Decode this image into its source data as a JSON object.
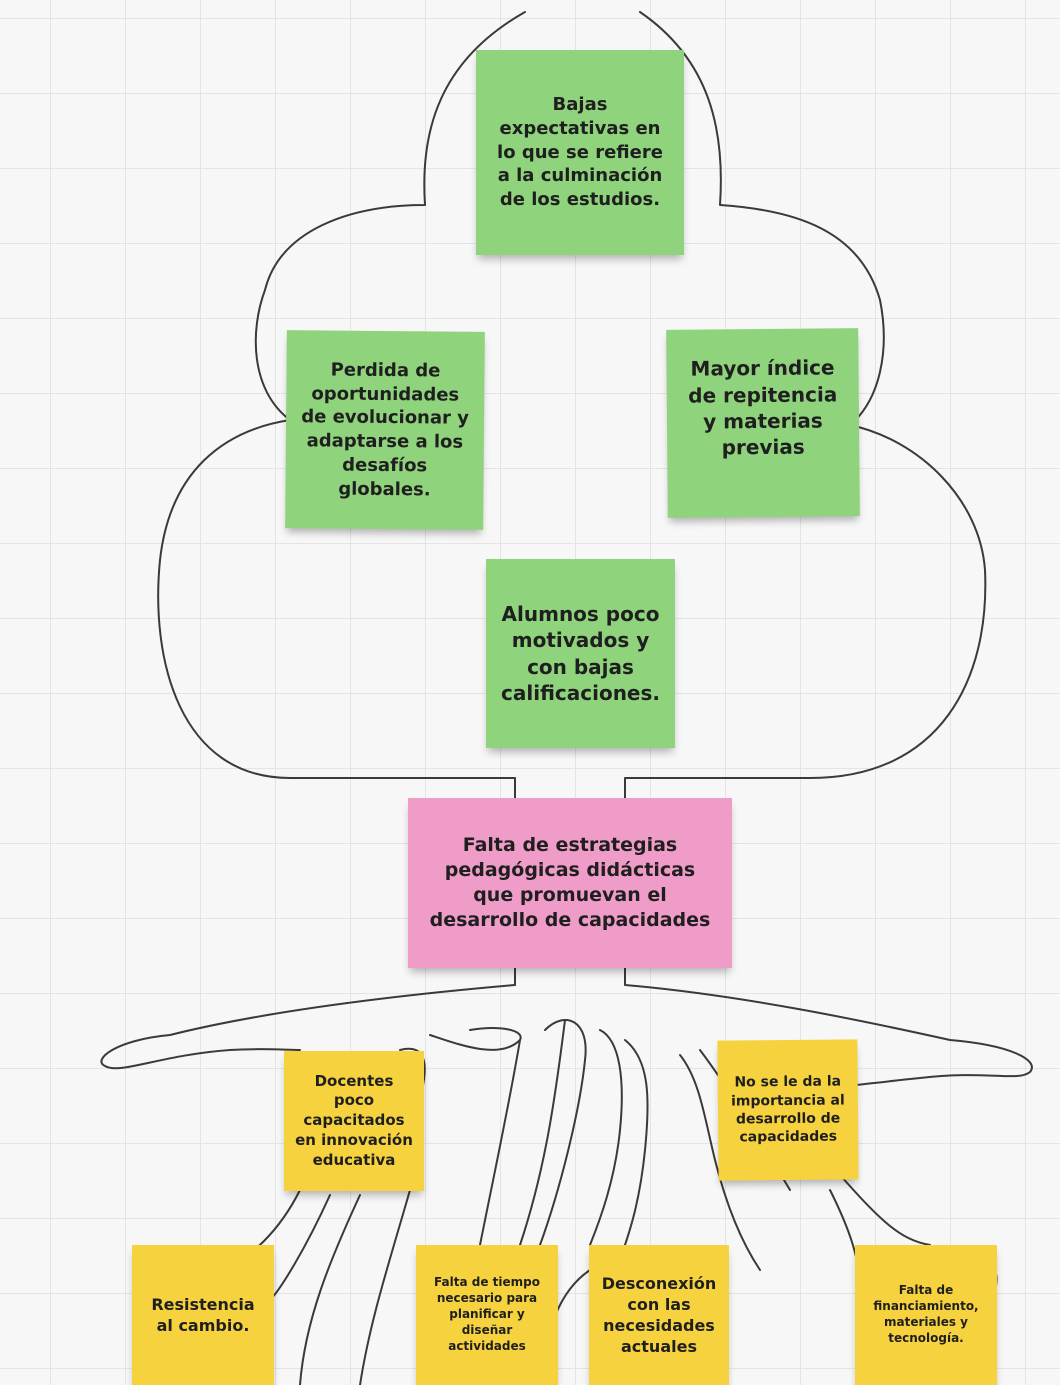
{
  "colors": {
    "effect_note": "#8fd37c",
    "problem_note": "#ef9cc8",
    "cause_note": "#f6d23e",
    "outline": "#3a3a3a",
    "grid": "#e4e4e4"
  },
  "effects": [
    {
      "text": "Bajas expectativas en lo que se refiere a la culminación de los estudios."
    },
    {
      "text": "Perdida de oportunidades de evolucionar y adaptarse a los desafíos globales."
    },
    {
      "text": "Mayor índice de repitencia y materias previas"
    },
    {
      "text": "Alumnos poco motivados y con bajas calificaciones."
    }
  ],
  "problem": {
    "text": "Falta de estrategias pedagógicas didácticas que promuevan el desarrollo de capacidades"
  },
  "causes": [
    {
      "text": "Docentes poco capacitados en innovación educativa"
    },
    {
      "text": "No se le da la importancia al desarrollo de capacidades"
    },
    {
      "text": "Resistencia al cambio."
    },
    {
      "text": "Falta de tiempo necesario para planificar y diseñar actividades"
    },
    {
      "text": "Desconexión con las necesidades actuales"
    },
    {
      "text": "Falta de financiamiento, materiales y tecnología."
    }
  ]
}
